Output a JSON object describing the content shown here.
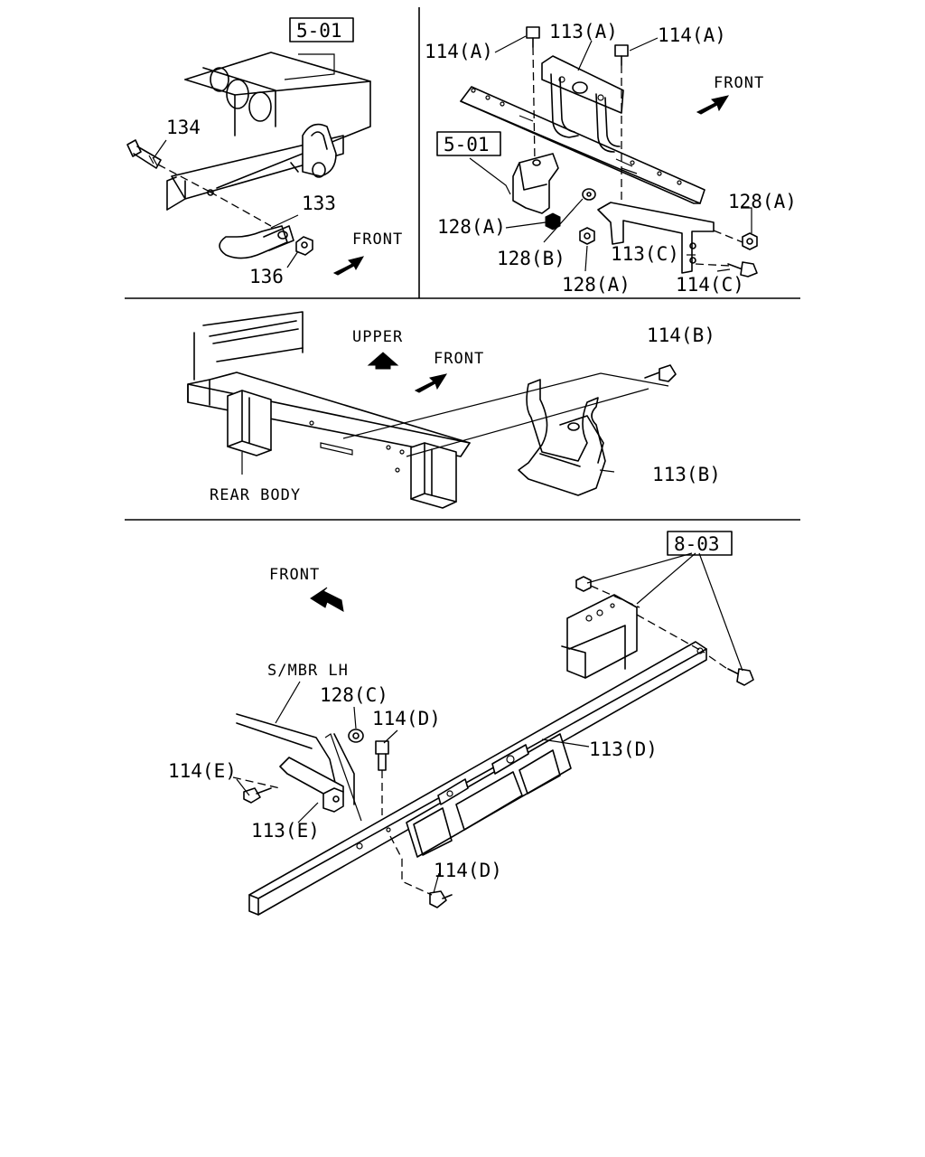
{
  "references": {
    "ref_top_left": "5-01",
    "ref_top_right": "5-01",
    "ref_bottom": "8-03"
  },
  "labels": {
    "p134": "134",
    "p133": "133",
    "p136": "136",
    "front_1": "FRONT",
    "p114a_left": "114(A)",
    "p113a": "113(A)",
    "p114a_right": "114(A)",
    "front_2": "FRONT",
    "p128a_left": "128(A)",
    "p128b": "128(B)",
    "p128a_mid": "128(A)",
    "p113c": "113(C)",
    "p128a_right": "128(A)",
    "p114c": "114(C)",
    "upper": "UPPER",
    "front_3": "FRONT",
    "p114b": "114(B)",
    "p113b": "113(B)",
    "rear_body": "REAR BODY",
    "front_4": "FRONT",
    "smbr_lh": "S/MBR LH",
    "p128c": "128(C)",
    "p114d_top": "114(D)",
    "p113d": "113(D)",
    "p114e": "114(E)",
    "p113e": "113(E)",
    "p114d_bottom": "114(D)"
  }
}
